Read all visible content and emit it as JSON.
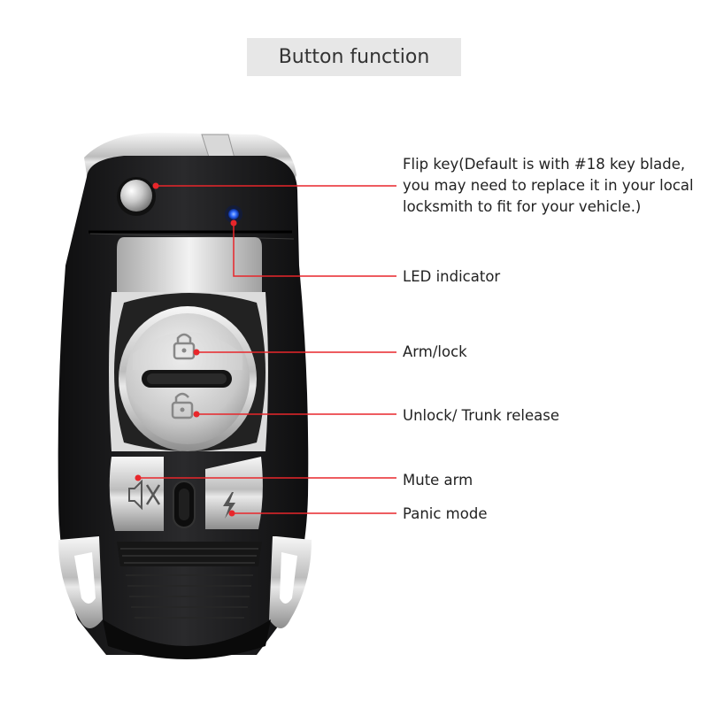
{
  "title": "Button function",
  "callouts": {
    "flip_key": "Flip key(Default is with #18 key blade, you may need to replace it in your local locksmith to fit for your vehicle.)",
    "led_indicator": "LED indicator",
    "arm_lock": "Arm/lock",
    "unlock_trunk": "Unlock/ Trunk release",
    "mute_arm": "Mute arm",
    "panic_mode": "Panic mode"
  },
  "colors": {
    "callout_line": "#e8262b",
    "led": "#2f6bff",
    "body": "#1c1c1e",
    "chrome": "#c9c9c9"
  },
  "icons": {
    "lock_button": "lock-icon",
    "unlock_button": "unlock-icon",
    "mute_button": "speaker-mute-icon",
    "panic_button": "lightning-icon"
  }
}
